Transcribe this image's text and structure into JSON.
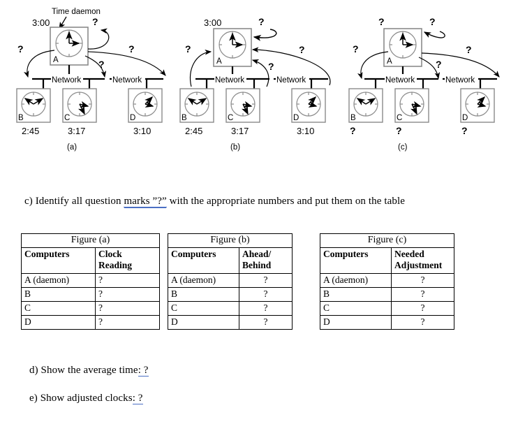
{
  "figures": [
    {
      "id": "a",
      "caption": "(a)",
      "annotation_label": "Time daemon",
      "daemon_box_label": "A",
      "daemon_time": "3:00",
      "network_labels": [
        "Network",
        "Network"
      ],
      "nodes": [
        {
          "label": "B",
          "time": "2:45"
        },
        {
          "label": "C",
          "time": "3:17"
        },
        {
          "label": "D",
          "time": "3:10"
        }
      ],
      "question_marks": [
        "?",
        "?",
        "?",
        "?"
      ]
    },
    {
      "id": "b",
      "caption": "(b)",
      "annotation_label": "",
      "daemon_box_label": "A",
      "daemon_time": "3:00",
      "network_labels": [
        "Network",
        "Network"
      ],
      "nodes": [
        {
          "label": "B",
          "time": "2:45"
        },
        {
          "label": "C",
          "time": "3:17"
        },
        {
          "label": "D",
          "time": "3:10"
        }
      ],
      "question_marks": [
        "?",
        "?",
        "?",
        "?"
      ]
    },
    {
      "id": "c",
      "caption": "(c)",
      "annotation_label": "",
      "daemon_box_label": "A",
      "daemon_time": "?",
      "network_labels": [
        "Network",
        "Network"
      ],
      "nodes": [
        {
          "label": "B",
          "time": "?"
        },
        {
          "label": "C",
          "time": "?"
        },
        {
          "label": "D",
          "time": "?"
        }
      ],
      "question_marks": [
        "?",
        "?",
        "?",
        "?"
      ]
    }
  ],
  "questions": {
    "c": {
      "prefix": "c) Identify all question ",
      "highlight": "marks ”?”",
      "suffix": " with the appropriate numbers and put them on the table"
    },
    "d": {
      "prefix": "d) Show the average time",
      "highlight": ": ?"
    },
    "e": {
      "prefix": "e)  Show adjusted clocks",
      "highlight": ": ?"
    }
  },
  "tables": [
    {
      "caption": "Figure (a)",
      "headers": [
        "Computers",
        "Clock Reading"
      ],
      "rows": [
        {
          "computer": "A (daemon)",
          "value": "?"
        },
        {
          "computer": "B",
          "value": "?"
        },
        {
          "computer": "C",
          "value": "?"
        },
        {
          "computer": "D",
          "value": "?"
        }
      ]
    },
    {
      "caption": "Figure (b)",
      "headers": [
        "Computers",
        "Ahead/ Behind"
      ],
      "rows": [
        {
          "computer": "A (daemon)",
          "value": "?"
        },
        {
          "computer": "B",
          "value": "?"
        },
        {
          "computer": "C",
          "value": "?"
        },
        {
          "computer": "D",
          "value": "?"
        }
      ]
    },
    {
      "caption": "Figure (c)",
      "headers": [
        "Computers",
        "Needed Adjustment"
      ],
      "rows": [
        {
          "computer": "A (daemon)",
          "value": "?"
        },
        {
          "computer": "B",
          "value": "?"
        },
        {
          "computer": "C",
          "value": "?"
        },
        {
          "computer": "D",
          "value": "?"
        }
      ]
    }
  ],
  "clock_faces": {
    "A": {
      "hour_angle": 90,
      "minute_angle": 0
    },
    "B": {
      "hour_angle": 82,
      "minute_angle": 270
    },
    "C": {
      "hour_angle": 98,
      "minute_angle": 162
    },
    "D": {
      "hour_angle": 92,
      "minute_angle": 60
    }
  },
  "colors": {
    "ink": "#000000",
    "box_stroke": "#808080",
    "spellcheck_underline": "#4a6fc4",
    "page_background": "#ffffff"
  }
}
